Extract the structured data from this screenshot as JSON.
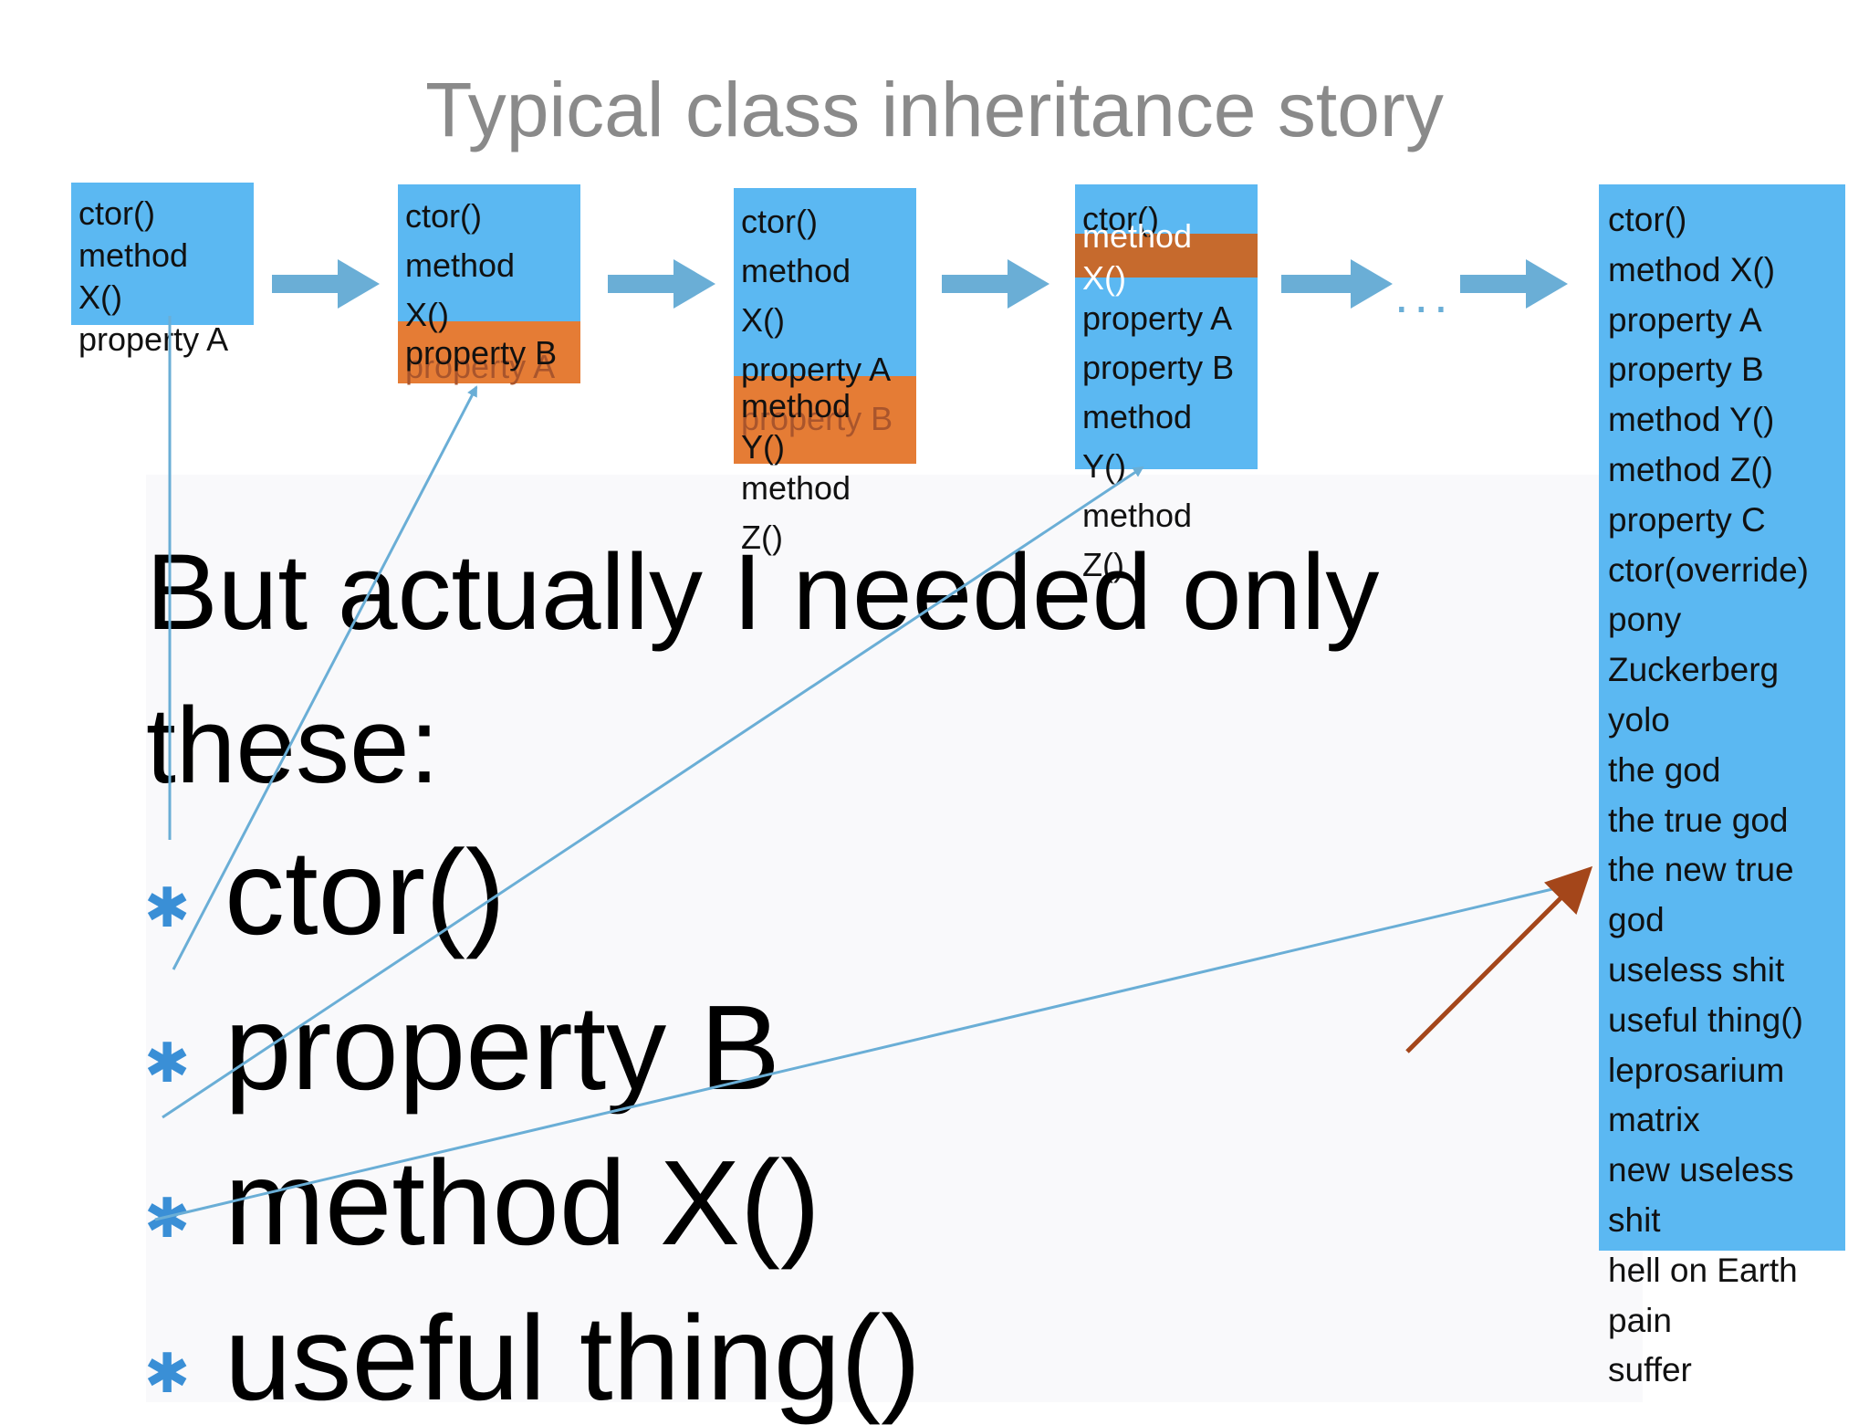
{
  "title": "Typical class inheritance story",
  "box1": {
    "lines": [
      "ctor()",
      "method",
      "X()",
      "property A"
    ]
  },
  "box2": {
    "lines": [
      "ctor()",
      "method",
      "X()"
    ],
    "overlap_primary": "property B",
    "overlap_ghost": "property A"
  },
  "box3": {
    "lines_top": [
      "ctor()",
      "method",
      "X()"
    ],
    "line_property_a": "property A",
    "overlap_primary": "method",
    "overlap_ghost": "property B",
    "line_y": "Y()",
    "lines_bottom": [
      "method",
      "Z()"
    ]
  },
  "box4": {
    "top_primary": "ctor()",
    "top_overlay": "method",
    "line_x": "X()",
    "lines": [
      "property A",
      "property B",
      "method",
      "Y()",
      "method",
      "Z()"
    ]
  },
  "ellipsis": "...",
  "question": "But actually I needed only these:",
  "bullets": [
    {
      "marker": "✱",
      "text": "ctor()"
    },
    {
      "marker": "✱",
      "text": "property B"
    },
    {
      "marker": "✱",
      "text": "method X()"
    },
    {
      "marker": "✱",
      "text": "useful thing()"
    }
  ],
  "final_class": {
    "items": [
      "ctor()",
      "method X()",
      "property A",
      "property B",
      "method Y()",
      "method Z()",
      "property C",
      "ctor(override)",
      "pony",
      "Zuckerberg",
      "yolo",
      "the god",
      "the true god",
      "the new true",
      "god",
      "useless shit",
      "useful thing()",
      "leprosarium",
      "matrix",
      "new useless",
      "shit",
      "hell on Earth",
      "pain",
      "suffer"
    ]
  },
  "colors": {
    "box": "#5bb8f2",
    "overlap": "#e57c35",
    "arrow": "#6aaed6",
    "highlight_arrow": "#a4461a",
    "title": "#8a8a8a",
    "bullet": "#3a8fd6"
  }
}
